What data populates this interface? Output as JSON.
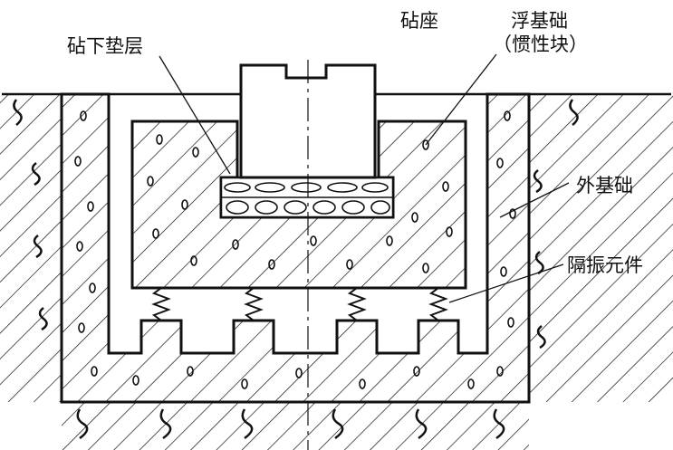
{
  "labels": {
    "anvil": "砧座",
    "pad": "砧下垫层",
    "floating_foundation": "浮基础",
    "inertia_block": "（惯性块）",
    "outer_foundation": "外基础",
    "isolator": "隔振元件"
  },
  "colors": {
    "ink": "#111111",
    "paper": "#ffffff"
  }
}
